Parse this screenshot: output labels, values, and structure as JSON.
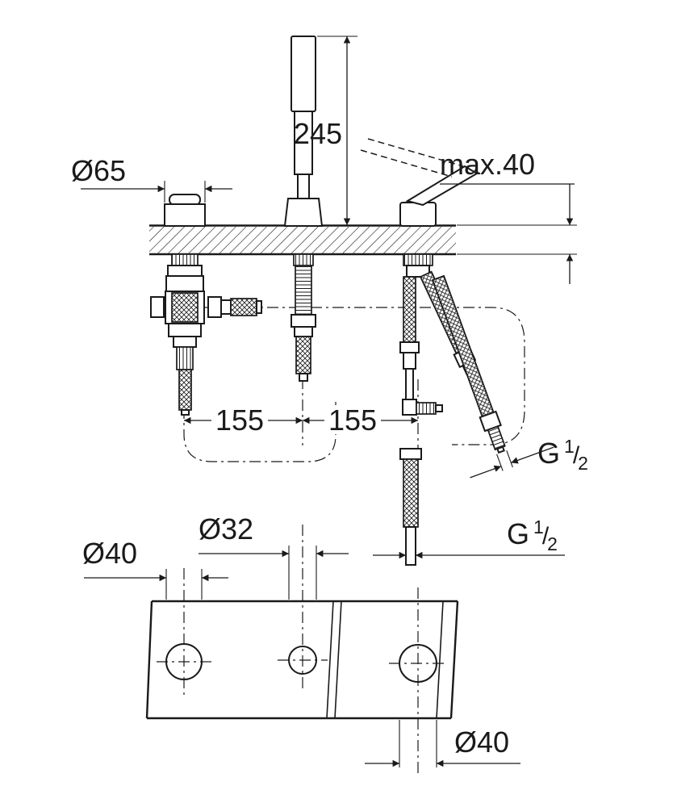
{
  "page": {
    "background": "#ffffff",
    "line_color": "#1a1a1a"
  },
  "drawing": {
    "type": "technical-dimension-drawing",
    "views": [
      "side-elevation",
      "deck-plan"
    ],
    "labels": {
      "escutcheon_diameter": "Ø65",
      "handshower_height": "245",
      "deck_max_thickness": "max.40",
      "hole_spacing_left": "155",
      "hole_spacing_right": "155",
      "hose_thread_upper": {
        "prefix": "G",
        "numerator": "1",
        "slash": "/",
        "denominator": "2"
      },
      "hose_thread_lower": {
        "prefix": "G",
        "numerator": "1",
        "slash": "/",
        "denominator": "2"
      },
      "hole_diameter_middle": "Ø32",
      "hole_diameter_left": "Ø40",
      "hole_diameter_right": "Ø40"
    }
  }
}
